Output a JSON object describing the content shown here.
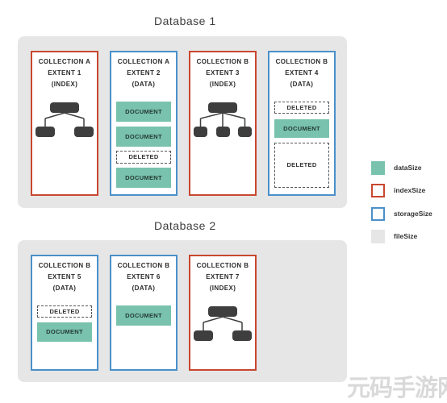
{
  "database1": {
    "title": "Database 1",
    "extents": [
      {
        "line1": "COLLECTION A",
        "line2": "EXTENT 1",
        "line3": "(INDEX)"
      },
      {
        "line1": "COLLECTION A",
        "line2": "EXTENT 2",
        "line3": "(DATA)"
      },
      {
        "line1": "COLLECTION B",
        "line2": "EXTENT 3",
        "line3": "(INDEX)"
      },
      {
        "line1": "COLLECTION B",
        "line2": "EXTENT 4",
        "line3": "(DATA)"
      }
    ]
  },
  "database2": {
    "title": "Database 2",
    "extents": [
      {
        "line1": "COLLECTION B",
        "line2": "EXTENT 5",
        "line3": "(DATA)"
      },
      {
        "line1": "COLLECTION B",
        "line2": "EXTENT 6",
        "line3": "(DATA)"
      },
      {
        "line1": "COLLECTION B",
        "line2": "EXTENT 7",
        "line3": "(INDEX)"
      }
    ]
  },
  "blocks": {
    "document": "DOCUMENT",
    "deleted": "DELETED"
  },
  "legend": [
    {
      "label": "dataSize",
      "color": "#79c2ad",
      "style": "fill"
    },
    {
      "label": "indexSize",
      "color": "#c8472f",
      "style": "outline"
    },
    {
      "label": "storageSize",
      "color": "#4a90c9",
      "style": "outline"
    },
    {
      "label": "fileSize",
      "color": "#e6e6e6",
      "style": "fill"
    }
  ],
  "watermark": "元码手游网",
  "colors": {
    "data_fill": "#79c2ad",
    "index_border": "#c8472f",
    "storage_border": "#4a90c9",
    "file_panel": "#e6e6e6",
    "tree_node": "#3e3e3e"
  }
}
